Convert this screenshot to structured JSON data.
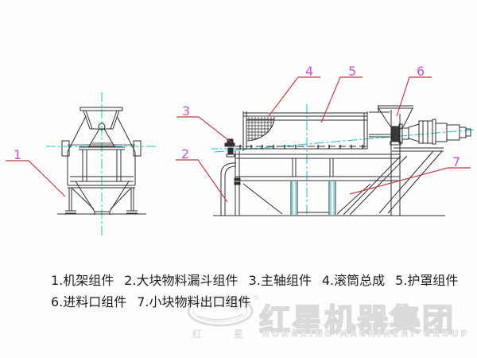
{
  "drawing": {
    "callouts": [
      {
        "label": "1"
      },
      {
        "label": "2"
      },
      {
        "label": "3"
      },
      {
        "label": "4"
      },
      {
        "label": "5"
      },
      {
        "label": "6"
      },
      {
        "label": "7"
      }
    ],
    "legend": {
      "line1": [
        "1.机架组件",
        "2.大块物料漏斗组件",
        "3.主轴组件",
        "4.滚筒总成",
        "5.护罩组件"
      ],
      "line2": [
        "6.进料口组件",
        "7.小块物料出口组件"
      ]
    }
  },
  "watermark": {
    "brand_cn": "红星机器集团",
    "brand_en": "HONGXING MACHINERY GROUP",
    "logo": {
      "stars": [
        "★",
        "★",
        "★"
      ],
      "char_left": "红",
      "char_right": "星",
      "registered": "®"
    }
  },
  "colors": {
    "line": "#2f2f2f",
    "centerline": "#17c6c6",
    "leader_line": "#c2404a",
    "callout_number": "#cf53c8",
    "legend_text": "#1e1e1e",
    "watermark": "#dadada"
  }
}
